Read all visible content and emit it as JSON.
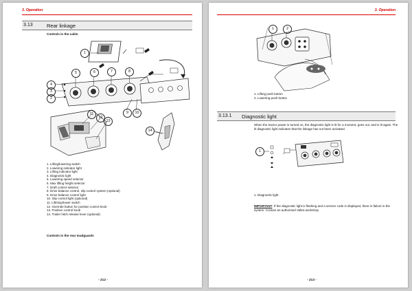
{
  "header": {
    "section": "3. Operation"
  },
  "left_page": {
    "section_number": "3.13",
    "section_title": "Rear linkage",
    "subhead_cabin": "Controls in the cabin",
    "items": [
      "1. Lifting/lowering switch",
      "2. Lowering indicator light",
      "3. Lifting indicator light",
      "4. Diagnostic light",
      "5. Lowering speed selector",
      "6. Max lifting height selector",
      "7. Draft control selector",
      "8. Drive balance control, slip control system (optional)",
      "9. Drive balance control light",
      "10. Slip control light (optional)",
      "11. Lift/stop/lower switch",
      "12. Override button for position control knob",
      "13. Position control knob",
      "14. Trailer hitch release lever (optional)"
    ],
    "subhead_rear": "Controls in the rear mudguards",
    "page_number": "- 212 -"
  },
  "right_page": {
    "items": [
      "1. Lifting push button",
      "2. Lowering push button"
    ],
    "section_number": "3.13.1",
    "section_title": "Diagnostic light",
    "paragraph": "When the tractor power is turned on, the diagnostic light is lit for a moment, goes out, and is lit again. The lit diagnostic light indicates that the linkage has not been activated.",
    "diag_item": "1. Diagnostic light",
    "important_label": "IMPORTANT",
    "important_text": ": If the diagnostic light is flashing and a service code is displayed, there is failure in the system. Contact an authorised Valtra workshop",
    "page_number": "- 213 -"
  },
  "callouts": [
    "1",
    "2",
    "3",
    "4",
    "5",
    "6",
    "7",
    "8",
    "9",
    "10",
    "11",
    "12",
    "13",
    "14"
  ]
}
